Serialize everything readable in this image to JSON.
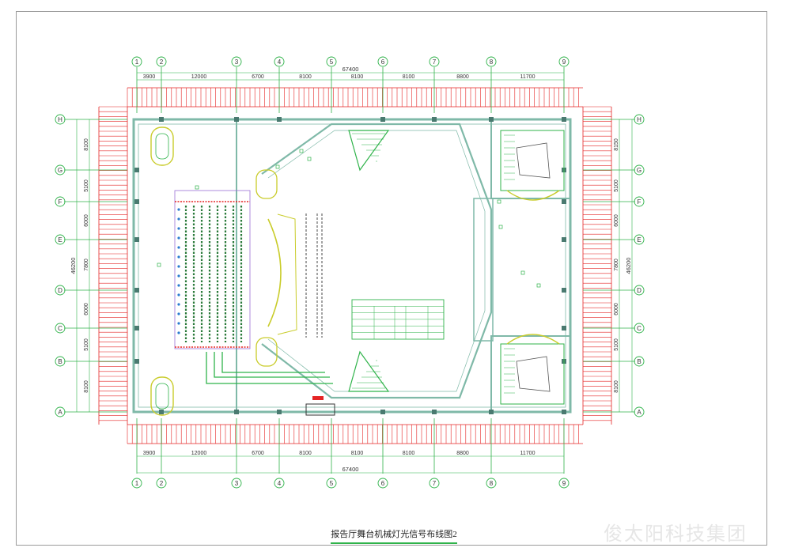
{
  "drawing": {
    "title": "报告厅舞台机械灯光信号布线图2",
    "watermark": "俊太阳科技集团"
  },
  "grid": {
    "columns": [
      "1",
      "2",
      "3",
      "4",
      "5",
      "6",
      "7",
      "8",
      "9"
    ],
    "rows": [
      "H",
      "G",
      "F",
      "E",
      "D",
      "C",
      "B",
      "A"
    ],
    "column_spans": [
      "3900",
      "12000",
      "6700",
      "8100",
      "8100",
      "8100",
      "8800",
      "11700"
    ],
    "overall_width": "67400",
    "row_spans": [
      "8100",
      "5100",
      "6000",
      "7800",
      "6000",
      "5100",
      "8100"
    ],
    "overall_height": "46200",
    "right_row_spans": [
      "8150",
      "5100",
      "6000",
      "7800",
      "6000",
      "5100",
      "8100"
    ]
  },
  "colors": {
    "wall": "#7fb9a8",
    "dimension": "#e52525",
    "axis": "#2fb34a",
    "equipment": "#c9cc2a",
    "stair": "#2fb34a",
    "seat": "#2a7a3a",
    "blue": "#2a7ad0"
  },
  "legend_table": {
    "label": "legend-table"
  }
}
